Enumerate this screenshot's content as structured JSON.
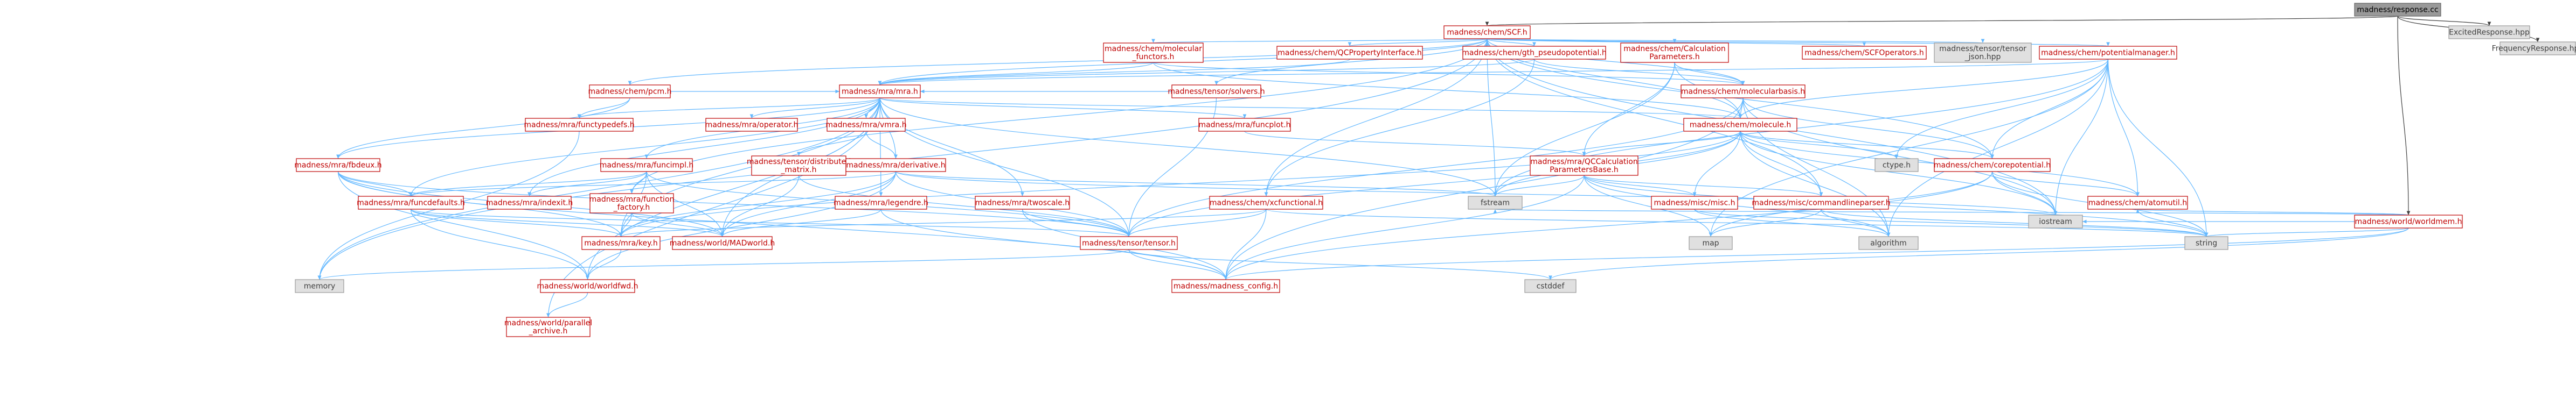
{
  "colors": {
    "root_fill": "#999999",
    "plain_fill": "#ffffff",
    "plain_border": "#bf0000",
    "plain_text": "#bf0000",
    "ext_fill": "#e0e0e0",
    "ext_border": "#999999",
    "ext_text": "#404040",
    "edge_blue": "#63b8ff",
    "edge_dark": "#404040"
  },
  "nodes": {
    "root": {
      "label": "madness/response.cc"
    },
    "excited": {
      "label": "ExcitedResponse.hpp"
    },
    "freq": {
      "label": "FrequencyResponse.hpp"
    },
    "scf": {
      "label": "madness/chem/SCF.h"
    },
    "worldmem": {
      "label": "madness/world/worldmem.h"
    },
    "molfunc": {
      "label": "madness/chem/molecular\n_functors.h"
    },
    "qcprop": {
      "label": "madness/chem/QCPropertyInterface.h"
    },
    "gth": {
      "label": "madness/chem/gth_pseudopotential.h"
    },
    "calcparam": {
      "label": "madness/chem/Calculation\nParameters.h"
    },
    "scfops": {
      "label": "madness/chem/SCFOperators.h"
    },
    "tensorjson": {
      "label": "madness/tensor/tensor\n_json.hpp"
    },
    "potmgr": {
      "label": "madness/chem/potentialmanager.h"
    },
    "pcm": {
      "label": "madness/chem/pcm.h"
    },
    "mra": {
      "label": "madness/mra/mra.h"
    },
    "tsolvers": {
      "label": "madness/tensor/solvers.h"
    },
    "molbasis": {
      "label": "madness/chem/molecularbasis.h"
    },
    "functypedefs": {
      "label": "madness/mra/functypedefs.h"
    },
    "mraop": {
      "label": "madness/mra/operator.h"
    },
    "vmra": {
      "label": "madness/mra/vmra.h"
    },
    "funcplot": {
      "label": "madness/mra/funcplot.h"
    },
    "molecule": {
      "label": "madness/chem/molecule.h"
    },
    "fbdeux": {
      "label": "madness/mra/fbdeux.h"
    },
    "funcimpl": {
      "label": "madness/mra/funcimpl.h"
    },
    "distmat": {
      "label": "madness/tensor/distributed\n_matrix.h"
    },
    "derivative": {
      "label": "madness/mra/derivative.h"
    },
    "qccalc": {
      "label": "madness/mra/QCCalculation\nParametersBase.h"
    },
    "ctype": {
      "label": "ctype.h"
    },
    "corepot": {
      "label": "madness/chem/corepotential.h"
    },
    "funcdefaults": {
      "label": "madness/mra/funcdefaults.h"
    },
    "indexit": {
      "label": "madness/mra/indexit.h"
    },
    "funcfactory": {
      "label": "madness/mra/function\n_factory.h"
    },
    "legendre": {
      "label": "madness/mra/legendre.h"
    },
    "twoscale": {
      "label": "madness/mra/twoscale.h"
    },
    "xcfunc": {
      "label": "madness/chem/xcfunctional.h"
    },
    "fstream": {
      "label": "fstream"
    },
    "misc": {
      "label": "madness/misc/misc.h"
    },
    "cmdline": {
      "label": "madness/misc/commandlineparser.h"
    },
    "atomutil": {
      "label": "madness/chem/atomutil.h"
    },
    "iostream": {
      "label": "iostream"
    },
    "key": {
      "label": "madness/mra/key.h"
    },
    "madworld": {
      "label": "madness/world/MADworld.h"
    },
    "tensor": {
      "label": "madness/tensor/tensor.h"
    },
    "map": {
      "label": "map"
    },
    "algorithm": {
      "label": "algorithm"
    },
    "string": {
      "label": "string"
    },
    "memory": {
      "label": "memory"
    },
    "worldfwd": {
      "label": "madness/world/worldfwd.h"
    },
    "config": {
      "label": "madness/madness_config.h"
    },
    "cstddef": {
      "label": "cstddef"
    },
    "parallel": {
      "label": "madness/world/parallel\n_archive.h"
    }
  }
}
